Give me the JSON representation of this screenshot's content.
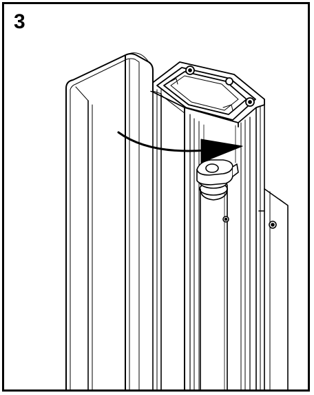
{
  "figure": {
    "step_number": "3",
    "colors": {
      "line": "#000000",
      "background": "#ffffff",
      "border": "#000000"
    },
    "parts": [
      "door-channel-profile",
      "post-profile",
      "end-cap",
      "hinge-cylinder",
      "hinge-clip",
      "side-bracket",
      "direction-arrow"
    ]
  }
}
